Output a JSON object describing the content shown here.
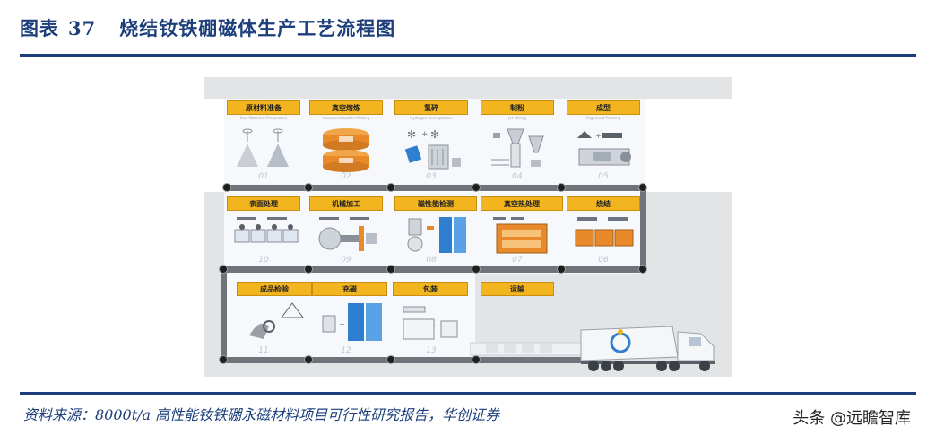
{
  "header": {
    "label": "图表",
    "number": "37",
    "title": "烧结钕铁硼磁体生产工艺流程图"
  },
  "footer": {
    "source": "资料来源：8000t/a 高性能钕铁硼永磁材料项目可行性研究报告，华创证券",
    "watermark": "头条 @远瞻智库"
  },
  "stages": [
    {
      "label": "原材料准备",
      "sub": "Raw Materials Preparation",
      "num": "01"
    },
    {
      "label": "真空熔炼",
      "sub": "Vacuum Induction Melting",
      "num": "02"
    },
    {
      "label": "氢碎",
      "sub": "Hydrogen Decrepitation",
      "num": "03"
    },
    {
      "label": "制粉",
      "sub": "Jet Milling",
      "num": "04"
    },
    {
      "label": "成型",
      "sub": "Alignment Pressing",
      "num": "05"
    },
    {
      "label": "表面处理",
      "sub": "",
      "num": "10"
    },
    {
      "label": "机械加工",
      "sub": "",
      "num": "09"
    },
    {
      "label": "磁性能检测",
      "sub": "",
      "num": "08"
    },
    {
      "label": "真空热处理",
      "sub": "",
      "num": "07"
    },
    {
      "label": "烧结",
      "sub": "",
      "num": "06"
    },
    {
      "label": "成品检验",
      "sub": "",
      "num": "11"
    },
    {
      "label": "充磁",
      "sub": "",
      "num": "12"
    },
    {
      "label": "包装",
      "sub": "",
      "num": "13"
    },
    {
      "label": "运输",
      "sub": "",
      "num": ""
    }
  ],
  "colors": {
    "title": "#1c3f7c",
    "label_fill": "#f3b51f",
    "track": "#6f747b",
    "accent_orange": "#e8892a",
    "accent_blue": "#2e7fd0"
  }
}
